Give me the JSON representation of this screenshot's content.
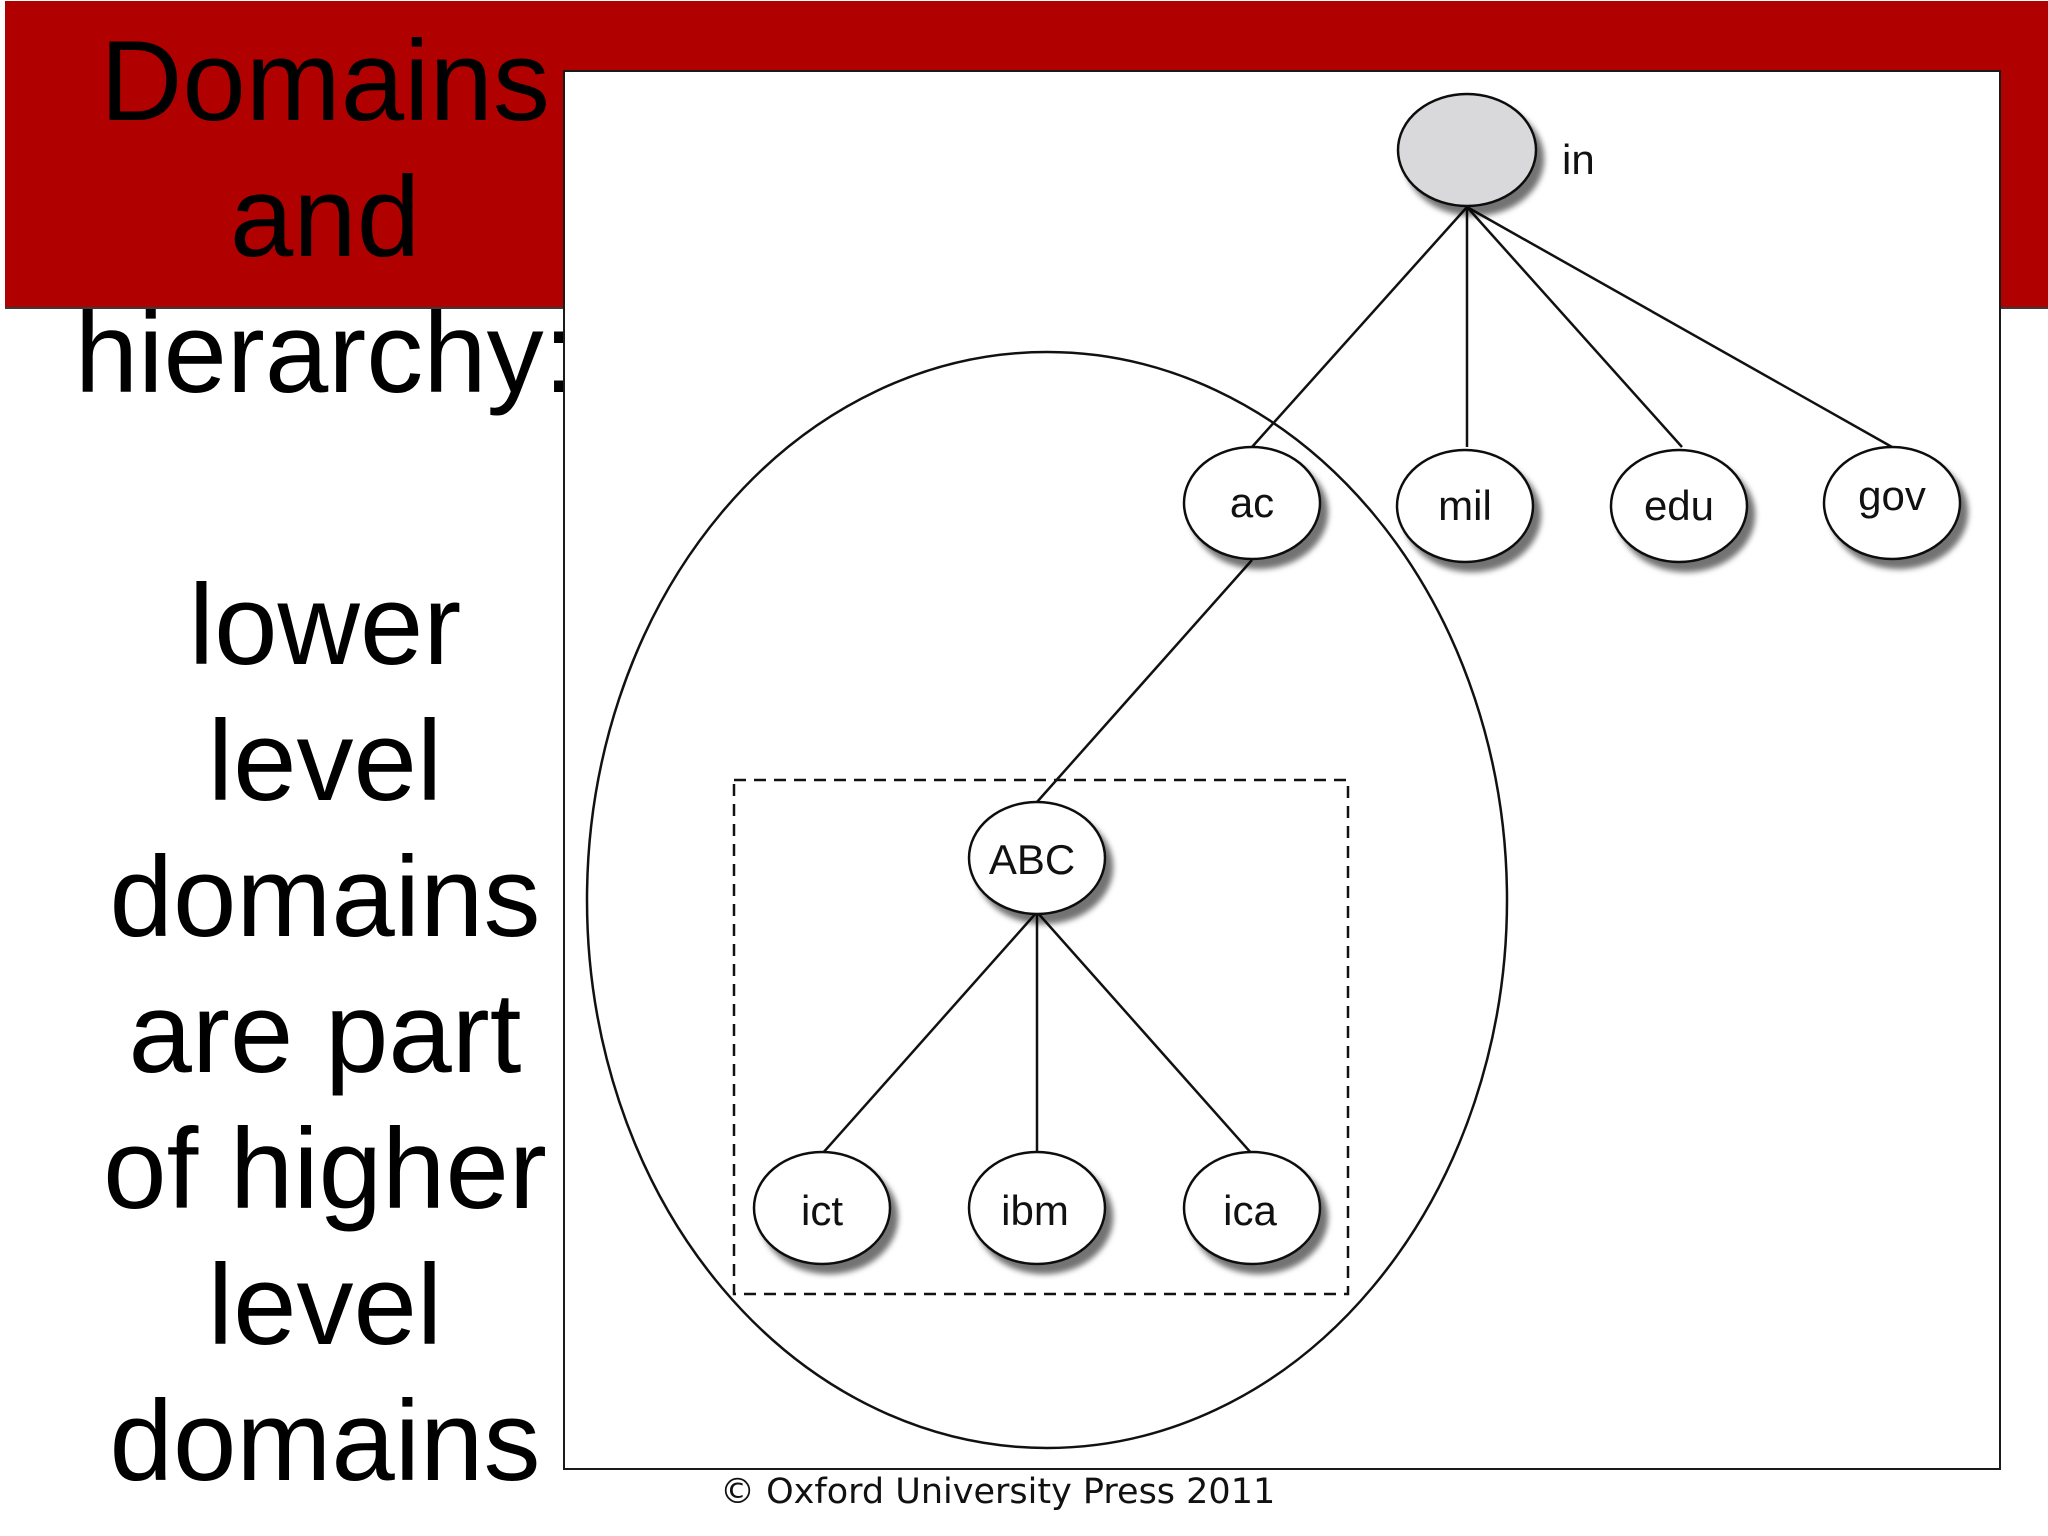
{
  "slide": {
    "title_lines": [
      "Domains",
      "and",
      "hierarchy:"
    ],
    "body_lines": [
      "lower",
      "level",
      "domains",
      "are part",
      "of higher",
      "level",
      "domains"
    ],
    "accent_color": "#b10000"
  },
  "diagram": {
    "root": "in",
    "top_level": [
      "ac",
      "mil",
      "edu",
      "gov"
    ],
    "organization": "ABC",
    "hosts": [
      "ict",
      "ibm",
      "ica"
    ]
  },
  "footer": {
    "copyright": "© Oxford University Press 2011"
  }
}
